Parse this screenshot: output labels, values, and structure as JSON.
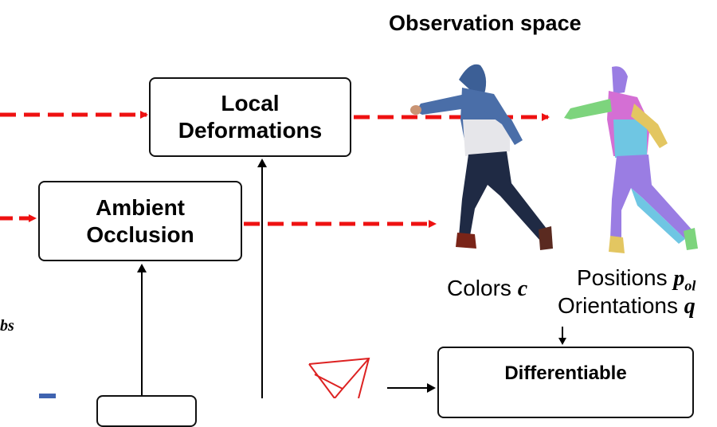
{
  "title": "Observation space",
  "boxes": {
    "local_deformations": [
      "Local",
      "Deformations"
    ],
    "ambient_occlusion": [
      "Ambient",
      "Occlusion"
    ],
    "differentiable": [
      "Differentiable"
    ]
  },
  "labels": {
    "colors": "Colors",
    "colors_symbol": "c",
    "positions": "Positions",
    "positions_symbol": "p",
    "positions_sub": "ol",
    "orientations": "Orientations",
    "orientations_symbol": "q",
    "left_fragment": "bs"
  },
  "colors": {
    "arrow_red": "#ee1111",
    "camera_red": "#dd2222",
    "hoodie_blue": "#4a6ea8",
    "hoodie_white": "#e6e6ea",
    "jeans": "#1f2a44",
    "skin": "#c99474",
    "pointcloud": [
      "#d060d0",
      "#60c0e0",
      "#e0c050",
      "#70d070",
      "#9070e0"
    ]
  }
}
